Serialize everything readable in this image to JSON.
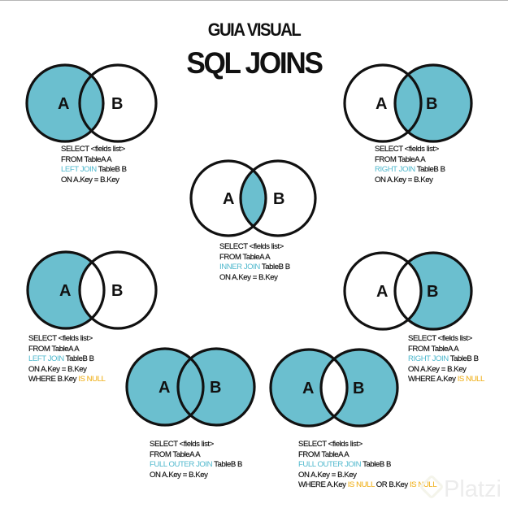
{
  "header": {
    "subtitle": "GUIA VISUAL",
    "title": "SQL JOINS"
  },
  "colors": {
    "fill": "#6bbfcf",
    "stroke": "#111111",
    "keyword": "#4fb8cd",
    "null_keyword": "#f0b323"
  },
  "labels": {
    "a": "A",
    "b": "B"
  },
  "diagrams": [
    {
      "name": "left-join",
      "lines": [
        "SELECT <fields list>",
        "FROM TableA A",
        {
          "kw": "LEFT JOIN",
          "rest": " TableB B"
        },
        "ON A.Key = B.Key"
      ]
    },
    {
      "name": "right-join",
      "lines": [
        "SELECT <fields list>",
        "FROM TableA A",
        {
          "kw": "RIGHT JOIN",
          "rest": " TableB B"
        },
        "ON A.Key = B.Key"
      ]
    },
    {
      "name": "inner-join",
      "lines": [
        "SELECT <fields list>",
        "FROM TableA A",
        {
          "kw": "INNER JOIN",
          "rest": " TableB B"
        },
        "ON A.Key = B.Key"
      ]
    },
    {
      "name": "left-join-null",
      "lines": [
        "SELECT <fields list>",
        "FROM TableA A",
        {
          "kw": "LEFT JOIN",
          "rest": " TableB B"
        },
        "ON A.Key = B.Key",
        {
          "pre": "WHERE B.Key ",
          "null": "IS NULL"
        }
      ]
    },
    {
      "name": "right-join-null",
      "lines": [
        "SELECT <fields list>",
        "FROM TableA A",
        {
          "kw": "RIGHT JOIN",
          "rest": " TableB B"
        },
        "ON A.Key = B.Key",
        {
          "pre": "WHERE A.Key ",
          "null": "IS NULL"
        }
      ]
    },
    {
      "name": "full-outer-join",
      "lines": [
        "SELECT <fields list>",
        "FROM TableA A",
        {
          "kw": "FULL OUTER JOIN",
          "rest": " TableB B"
        },
        "ON A.Key = B.Key"
      ]
    },
    {
      "name": "full-outer-join-null",
      "lines": [
        "SELECT <fields list>",
        "FROM TableA A",
        {
          "kw": "FULL OUTER JOIN",
          "rest": " TableB B"
        },
        "ON A.Key = B.Key",
        {
          "pre": "WHERE A.Key ",
          "null": "IS NULL",
          "mid": " OR B.Key ",
          "null2": "IS NULL"
        }
      ]
    }
  ],
  "code": {
    "select": "SELECT <fields list>",
    "from": "FROM TableA A",
    "left_join": "LEFT JOIN",
    "right_join": "RIGHT JOIN",
    "inner_join": "INNER JOIN",
    "full_outer_join": "FULL OUTER JOIN",
    "tableb": " TableB B",
    "on": "ON A.Key = B.Key",
    "where_b": "WHERE B.Key ",
    "where_a": "WHERE A.Key ",
    "or_b": " OR B.Key ",
    "is_null": "IS NULL"
  },
  "watermark": {
    "text": "Platzi"
  }
}
